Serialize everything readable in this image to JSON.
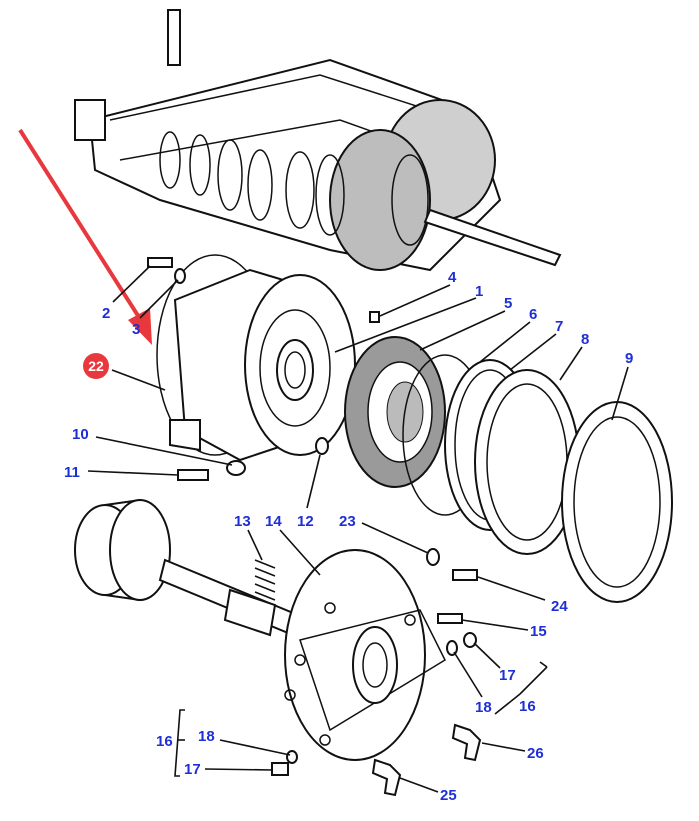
{
  "diagram": {
    "highlight_color": "#e8383d",
    "label_color": "#1f2fd6",
    "highlighted_part": "22",
    "labels": [
      "2",
      "3",
      "4",
      "1",
      "5",
      "6",
      "7",
      "8",
      "9",
      "10",
      "11",
      "12",
      "13",
      "14",
      "23",
      "24",
      "15",
      "17",
      "18",
      "16",
      "16",
      "18",
      "17",
      "26",
      "25"
    ]
  }
}
